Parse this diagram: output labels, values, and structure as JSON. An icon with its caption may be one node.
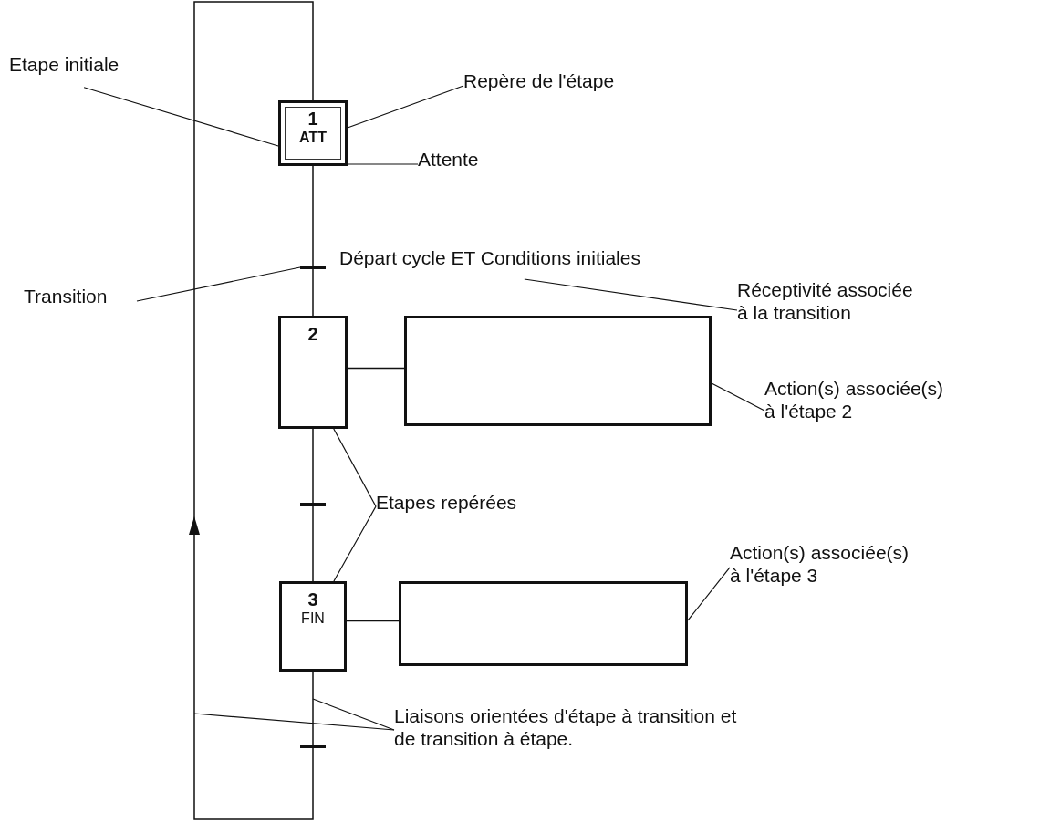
{
  "diagram": {
    "nodes": [
      {
        "text": [
          "1",
          "ATT"
        ]
      },
      {
        "text": [],
        "shape": "bar"
      },
      {
        "text": [
          "Départ cycle ET Conditions initiales"
        ]
      },
      {
        "text": [
          "2"
        ]
      },
      {
        "text": [],
        "shape": "box"
      },
      {
        "text": [],
        "shape": "bar"
      },
      {
        "text": [
          "3",
          "FIN"
        ]
      },
      {
        "text": [],
        "shape": "box"
      },
      {
        "text": [],
        "shape": "bar"
      },
      {
        "text": [
          "Etape initiale"
        ]
      },
      {
        "text": [
          "Repère de l'étape"
        ]
      },
      {
        "text": [
          "Attente"
        ]
      },
      {
        "text": [
          "Transition"
        ]
      },
      {
        "text": [
          "Réceptivité associée à la transition"
        ]
      },
      {
        "text": [
          "Action(s) associée(s) à l'étape 2"
        ]
      },
      {
        "text": [
          "Etapes repérées"
        ]
      },
      {
        "text": [
          "Action(s) associée(s) à l'étape 3"
        ]
      },
      {
        "text": [
          "Liaisons orientées d'étape à transition et de transition à étape."
        ]
      }
    ],
    "edges": [
      {
        "from": 0,
        "to": 1,
        "arrow": "none"
      },
      {
        "from": 1,
        "to": 3,
        "arrow": "none"
      },
      {
        "from": 3,
        "to": 5,
        "arrow": "none"
      },
      {
        "from": 5,
        "to": 6,
        "arrow": "none"
      },
      {
        "from": 6,
        "to": 8,
        "arrow": "none"
      },
      {
        "from": 8,
        "to": 0,
        "arrow": "to"
      },
      {
        "from": 3,
        "to": 4,
        "arrow": "none"
      },
      {
        "from": 6,
        "to": 7,
        "arrow": "none"
      },
      {
        "from": 9,
        "to": 0,
        "arrow": "none"
      },
      {
        "from": 10,
        "to": 0,
        "arrow": "none"
      },
      {
        "from": 11,
        "to": 0,
        "arrow": "none"
      },
      {
        "from": 12,
        "to": 1,
        "arrow": "none"
      },
      {
        "from": 13,
        "to": 2,
        "arrow": "none"
      },
      {
        "from": 14,
        "to": 4,
        "arrow": "none"
      },
      {
        "from": 15,
        "to": 3,
        "arrow": "none"
      },
      {
        "from": 15,
        "to": 6,
        "arrow": "none"
      },
      {
        "from": 16,
        "to": 7,
        "arrow": "none"
      },
      {
        "from": 17,
        "to": null,
        "arrow": "none"
      },
      {
        "from": 17,
        "to": null,
        "arrow": "none"
      }
    ]
  }
}
